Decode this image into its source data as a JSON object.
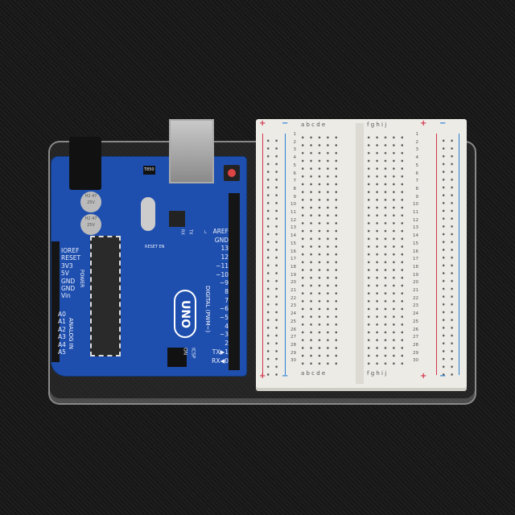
{
  "arduino": {
    "logo": "UNO",
    "digital_label": "DIGITAL (PWM~)",
    "analog_label": "ANALOG IN",
    "power_label": "POWER",
    "power_pins": [
      "IOREF",
      "RESET",
      "3V3",
      "5V",
      "GND",
      "GND",
      "Vin"
    ],
    "analog_pins": [
      "A0",
      "A1",
      "A2",
      "A3",
      "A4",
      "A5"
    ],
    "digital_pins": [
      "AREF",
      "GND",
      "13",
      "12",
      "~11",
      "~10",
      "~9",
      "8",
      "7",
      "~6",
      "~5",
      "4",
      "~3",
      "2",
      "TX▶1",
      "RX◀0"
    ],
    "led_labels": {
      "tx": "TX",
      "rx": "RX",
      "l": "L",
      "on": "ON"
    },
    "icsp": "ICSP",
    "reset_en": "RESET EN",
    "cap_text": "H2 47 25V",
    "regulator_text": "T850"
  },
  "breadboard": {
    "left_columns": "a b c d e",
    "right_columns": "f g h i j",
    "plus": "+",
    "minus": "−",
    "rows": [
      1,
      2,
      3,
      4,
      5,
      6,
      7,
      8,
      9,
      10,
      11,
      12,
      13,
      14,
      15,
      16,
      17,
      18,
      19,
      20,
      21,
      22,
      23,
      24,
      25,
      26,
      27,
      28,
      29,
      30
    ],
    "colors": {
      "plus_rail": "#d2334a",
      "minus_rail": "#2b7fd6"
    }
  }
}
